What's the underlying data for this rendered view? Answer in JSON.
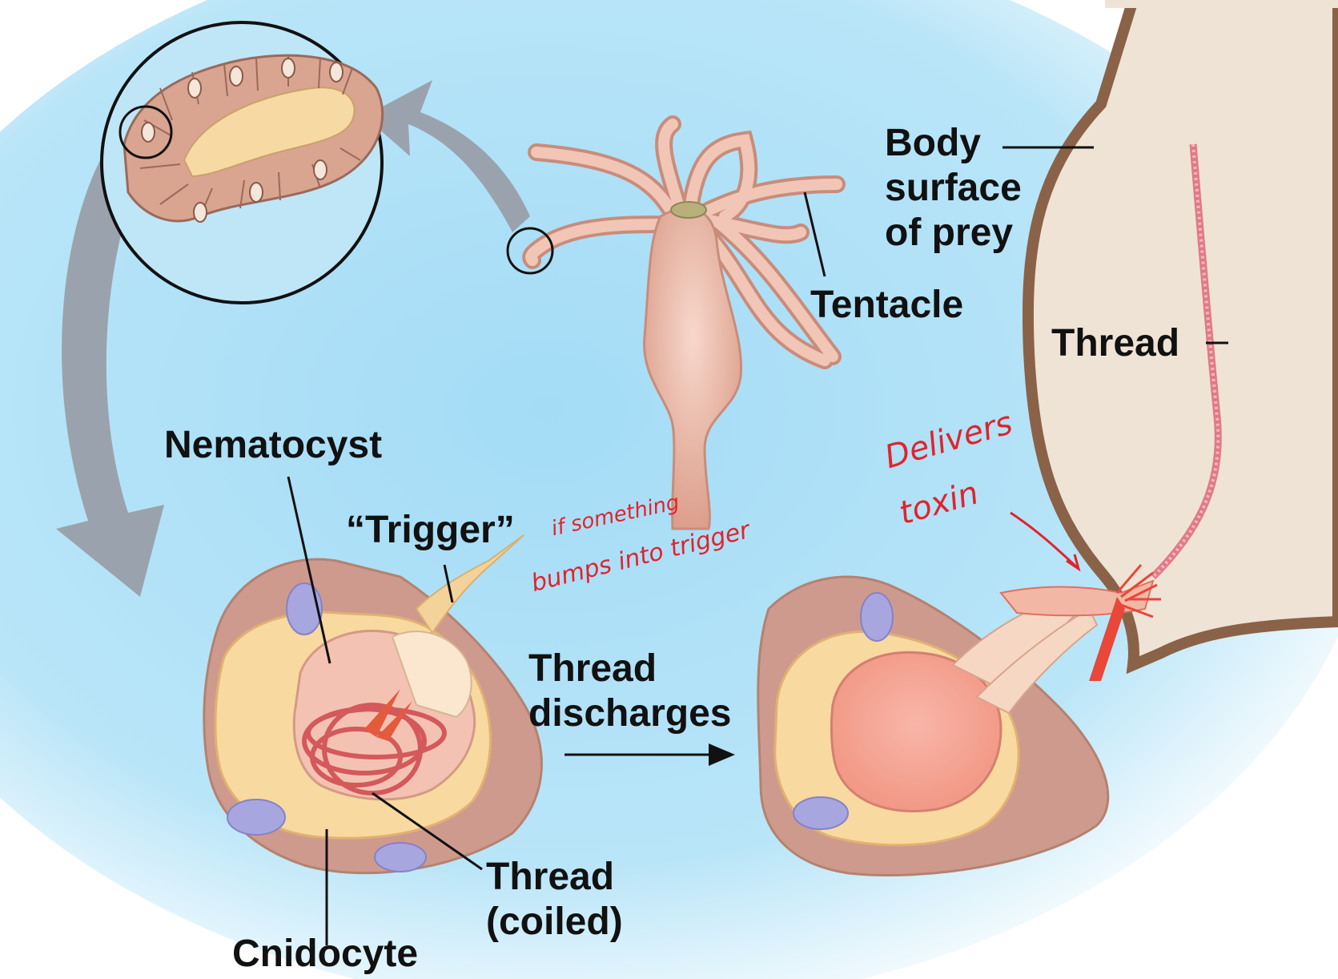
{
  "labels": {
    "body_surface": [
      "Body",
      "surface",
      "of prey"
    ],
    "tentacle": "Tentacle",
    "thread_right": "Thread",
    "nematocyst": "Nematocyst",
    "trigger": "“Trigger”",
    "thread_discharges": [
      "Thread",
      "discharges"
    ],
    "thread_coiled": [
      "Thread",
      "(coiled)"
    ],
    "cnidocyte": "Cnidocyte"
  },
  "handwritten_notes": {
    "trigger_note": [
      "if something",
      "bumps into trigger"
    ],
    "toxin_note": [
      "Delivers",
      "toxin"
    ]
  },
  "colors": {
    "background": "#aee0f7",
    "tissue": "#e8b9a9",
    "cell_body": "#f8d9a0",
    "prey_surface": "#efe3d6",
    "prey_edge": "#8a6248",
    "annotation": "#e0242b",
    "arrow_gray": "#9aa3ad"
  }
}
